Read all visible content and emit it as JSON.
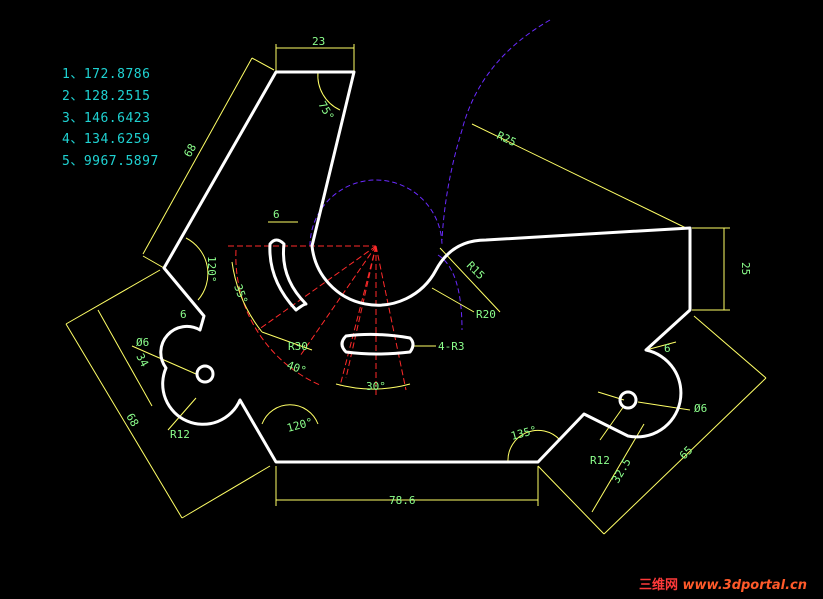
{
  "answers": [
    "1、172.8786",
    "2、128.2515",
    "3、146.6423",
    "4、134.6259",
    "5、9967.5897"
  ],
  "dimensions": {
    "top_width": "23",
    "angle_75": "75°",
    "left_slant": "68",
    "slot_width": "6",
    "angle_120_left": "120°",
    "angle_35": "35°",
    "r30": "R30",
    "angle_40": "40°",
    "angle_30": "30°",
    "r25_arc": "R25",
    "r15": "R15",
    "r20": "R20",
    "slots": "4-R3",
    "right_height": "25",
    "dia_left": "Ø6",
    "left_34": "34",
    "left_6": "6",
    "left_68": "68",
    "r12_left": "R12",
    "angle_120_bottom": "120°",
    "bottom_width": "78.6",
    "angle_135": "135°",
    "right_6": "6",
    "dia_right": "Ø6",
    "r12_right": "R12",
    "right_325": "32.5",
    "right_65": "65"
  },
  "watermark": {
    "cn": "三维网",
    "url": "www.3dportal.cn"
  },
  "colors": {
    "background": "#000000",
    "outline": "#ffffff",
    "dimension": "#ffff66",
    "dim_text": "#8cff8c",
    "construction": "#ff2a2a",
    "arc_construction": "#6a2aff",
    "answers": "#1fd2d2"
  }
}
